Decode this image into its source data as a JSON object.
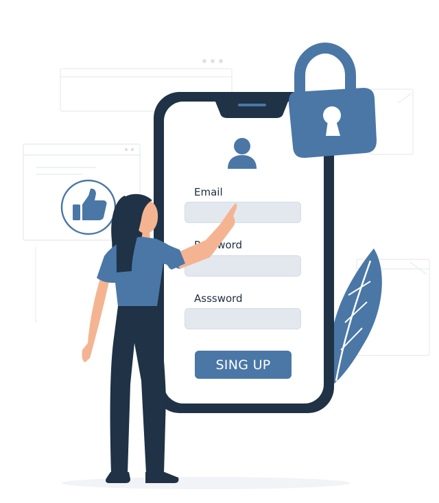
{
  "form": {
    "email_label": "Email",
    "email_value": "",
    "password_label": "Password",
    "password_value": "",
    "confirm_label": "Asssword",
    "confirm_value": "",
    "submit_label": "SING UP"
  },
  "icons": {
    "user": "user-silhouette-icon",
    "lock": "padlock-icon",
    "like": "thumbs-up-icon",
    "window_dots": "three-dots-icon"
  },
  "colors": {
    "accent": "#4a77a6",
    "dark": "#1f3246",
    "skin": "#f4b492",
    "field": "#e3e8ef",
    "background": "#ffffff"
  }
}
